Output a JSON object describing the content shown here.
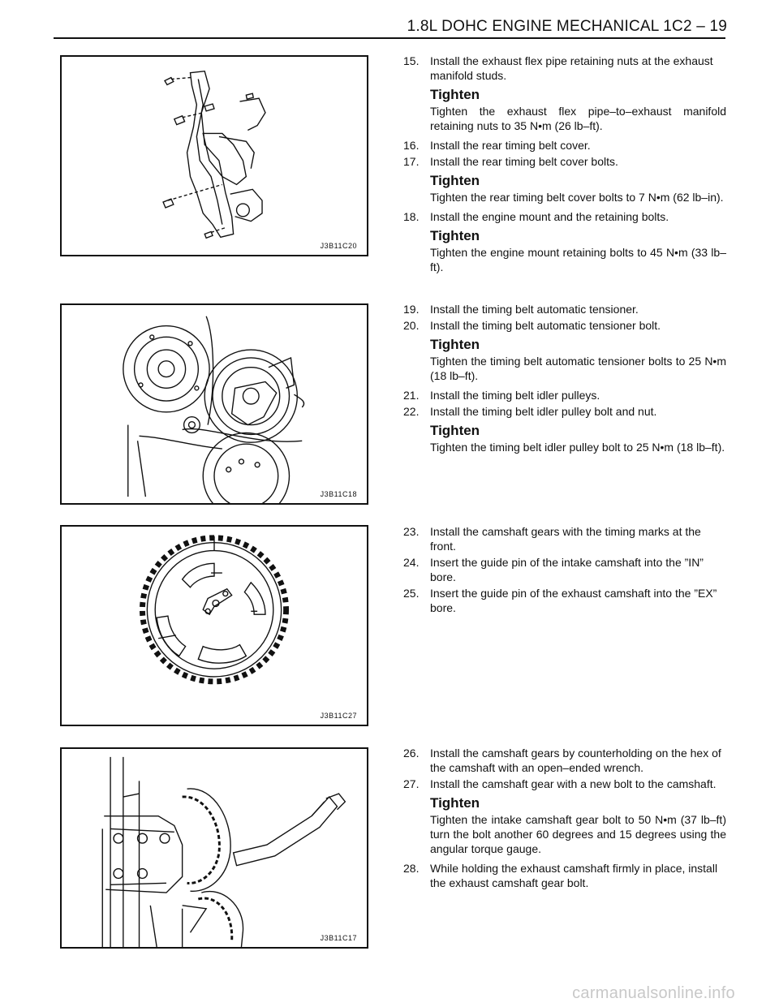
{
  "header": {
    "title": "1.8L DOHC ENGINE MECHANICAL  1C2 – 19"
  },
  "sections": [
    {
      "figure_code": "J3B11C20",
      "steps": [
        {
          "num": "15.",
          "text": "Install the exhaust flex pipe retaining nuts at the exhaust manifold studs."
        },
        {
          "tighten_title": "Tighten",
          "tighten_text": "Tighten the exhaust flex pipe–to–exhaust manifold retaining nuts to 35 N•m (26 lb–ft)."
        },
        {
          "num": "16.",
          "text": "Install the rear timing belt cover."
        },
        {
          "num": "17.",
          "text": "Install the rear timing belt cover bolts."
        },
        {
          "tighten_title": "Tighten",
          "tighten_text": "Tighten the rear timing belt cover bolts to 7 N•m (62 lb–in)."
        },
        {
          "num": "18.",
          "text": "Install the engine mount and the retaining bolts."
        },
        {
          "tighten_title": "Tighten",
          "tighten_text": "Tighten the engine mount retaining bolts to 45 N•m (33 lb–ft)."
        }
      ]
    },
    {
      "figure_code": "J3B11C18",
      "steps": [
        {
          "num": "19.",
          "text": "Install the timing belt automatic tensioner."
        },
        {
          "num": "20.",
          "text": "Install the timing belt automatic tensioner bolt."
        },
        {
          "tighten_title": "Tighten",
          "tighten_text": "Tighten the timing belt automatic tensioner bolts to 25 N•m (18 lb–ft)."
        },
        {
          "num": "21.",
          "text": "Install the timing belt idler pulleys."
        },
        {
          "num": "22.",
          "text": "Install the timing belt idler pulley bolt and nut."
        },
        {
          "tighten_title": "Tighten",
          "tighten_text": "Tighten the timing belt idler pulley bolt to 25 N•m (18 lb–ft)."
        }
      ]
    },
    {
      "figure_code": "J3B11C27",
      "steps": [
        {
          "num": "23.",
          "text": "Install the camshaft gears with the timing marks at the front."
        },
        {
          "num": "24.",
          "text": "Insert the guide pin of the intake camshaft into the ”IN” bore."
        },
        {
          "num": "25.",
          "text": "Insert the guide pin of the exhaust camshaft into the ”EX” bore."
        }
      ]
    },
    {
      "figure_code": "J3B11C17",
      "steps": [
        {
          "num": "26.",
          "text": "Install the camshaft gears by counterholding on the hex of the camshaft with an open–ended wrench."
        },
        {
          "num": "27.",
          "text": "Install the camshaft gear with a new bolt to the camshaft."
        },
        {
          "tighten_title": "Tighten",
          "tighten_text": "Tighten the intake camshaft gear bolt to 50 N•m (37 lb–ft) turn the bolt another 60 degrees and 15 degrees using the angular torque gauge."
        },
        {
          "num": "28.",
          "text": "While holding the exhaust camshaft firmly in place, install the exhaust camshaft gear bolt."
        }
      ]
    }
  ],
  "footer": {
    "watermark": "carmanualsonline.info"
  }
}
